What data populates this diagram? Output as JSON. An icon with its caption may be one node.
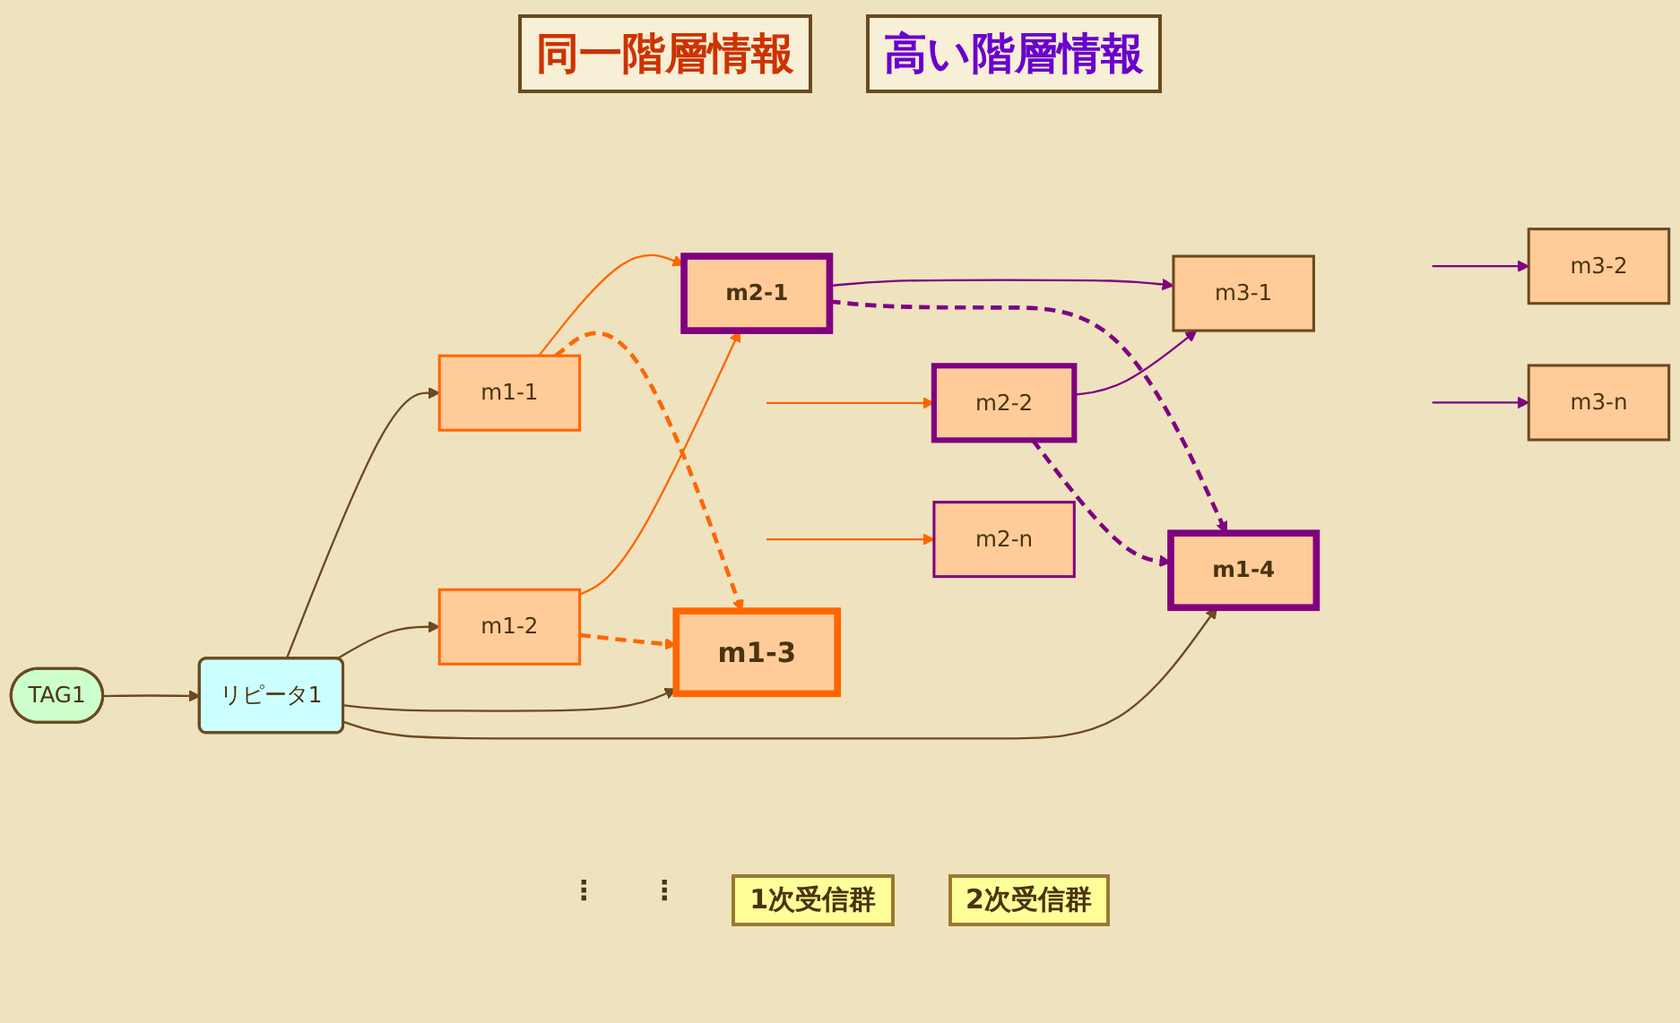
{
  "diagram": {
    "nodes": [
      {
        "text": [
          "TAG1"
        ]
      },
      {
        "text": [
          "リピータ1"
        ]
      },
      {
        "text": [
          "m1-1"
        ]
      },
      {
        "text": [
          "m1-2"
        ]
      },
      {
        "text": [
          "m1-3"
        ]
      },
      {
        "text": [
          "m1-4"
        ]
      },
      {
        "text": [
          "m2-1"
        ]
      },
      {
        "text": [
          "m2-2"
        ]
      },
      {
        "text": [
          "m2-n"
        ]
      },
      {
        "text": [
          "m3-1"
        ]
      },
      {
        "text": [
          "m3-2"
        ]
      },
      {
        "text": [
          "m3-n"
        ]
      }
    ],
    "edges": [
      {
        "from": 0,
        "to": 1,
        "arrow": "to",
        "color": "#6b4a1f"
      },
      {
        "from": 1,
        "to": 2,
        "arrow": "to",
        "color": "#6b4a1f"
      },
      {
        "from": 1,
        "to": 3,
        "arrow": "to",
        "color": "#6b4a1f"
      },
      {
        "from": 1,
        "to": 4,
        "arrow": "to",
        "color": "#6b4a1f"
      },
      {
        "from": 1,
        "to": 5,
        "arrow": "to",
        "color": "#6b4a1f"
      },
      {
        "from": 2,
        "to": 6,
        "arrow": "to",
        "color": "#ff6600"
      },
      {
        "from": 3,
        "to": 6,
        "arrow": "to",
        "color": "#ff6600"
      },
      {
        "from": 2,
        "to": 4,
        "arrow": "to",
        "style": "dashed",
        "color": "#ff6600"
      },
      {
        "from": 3,
        "to": 4,
        "arrow": "to",
        "style": "dashed",
        "color": "#ff6600"
      },
      {
        "from": null,
        "to": 7,
        "arrow": "to",
        "color": "#ff6600"
      },
      {
        "from": null,
        "to": 8,
        "arrow": "to",
        "color": "#ff6600"
      },
      {
        "from": 6,
        "to": 9,
        "arrow": "to",
        "color": "#800080"
      },
      {
        "from": 7,
        "to": 9,
        "arrow": "to",
        "color": "#800080"
      },
      {
        "from": null,
        "to": 10,
        "arrow": "to",
        "color": "#800080"
      },
      {
        "from": null,
        "to": 11,
        "arrow": "to",
        "color": "#800080"
      },
      {
        "from": 6,
        "to": 5,
        "arrow": "to",
        "style": "dashed",
        "color": "#800080"
      },
      {
        "from": 7,
        "to": 5,
        "arrow": "to",
        "style": "dashed",
        "color": "#800080"
      }
    ],
    "labels": [
      "同一階層情報",
      "高い階層情報",
      "⋮",
      "⋮",
      "1次受信群",
      "2次受信群"
    ]
  }
}
